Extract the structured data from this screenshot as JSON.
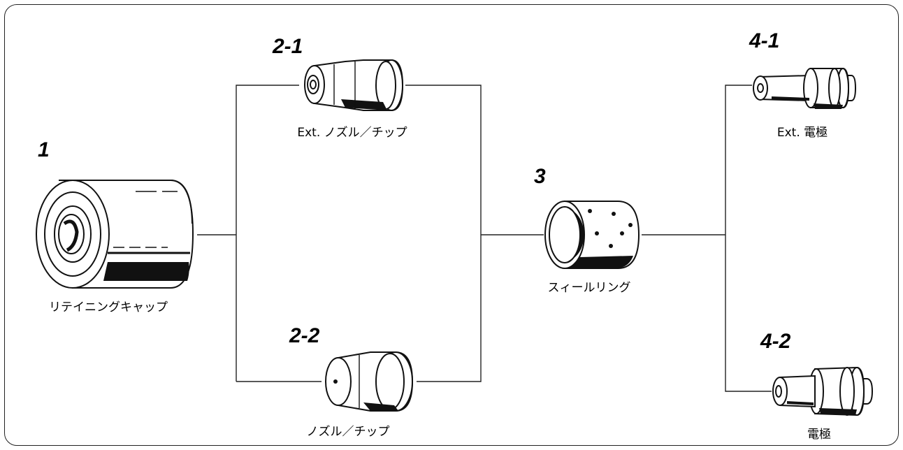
{
  "parts": {
    "p1": {
      "number": "1",
      "label": "リテイニングキャップ"
    },
    "p21": {
      "number": "2-1",
      "label": "Ext. ノズル／チップ"
    },
    "p22": {
      "number": "2-2",
      "label": "ノズル／チップ"
    },
    "p3": {
      "number": "3",
      "label": "スィールリング"
    },
    "p41": {
      "number": "4-1",
      "label": "Ext. 電極"
    },
    "p42": {
      "number": "4-2",
      "label": "電極"
    }
  },
  "icons": {
    "p1": "retaining-cap-icon",
    "p21": "ext-nozzle-tip-icon",
    "p22": "nozzle-tip-icon",
    "p3": "swirl-ring-icon",
    "p41": "ext-electrode-icon",
    "p42": "electrode-icon"
  }
}
